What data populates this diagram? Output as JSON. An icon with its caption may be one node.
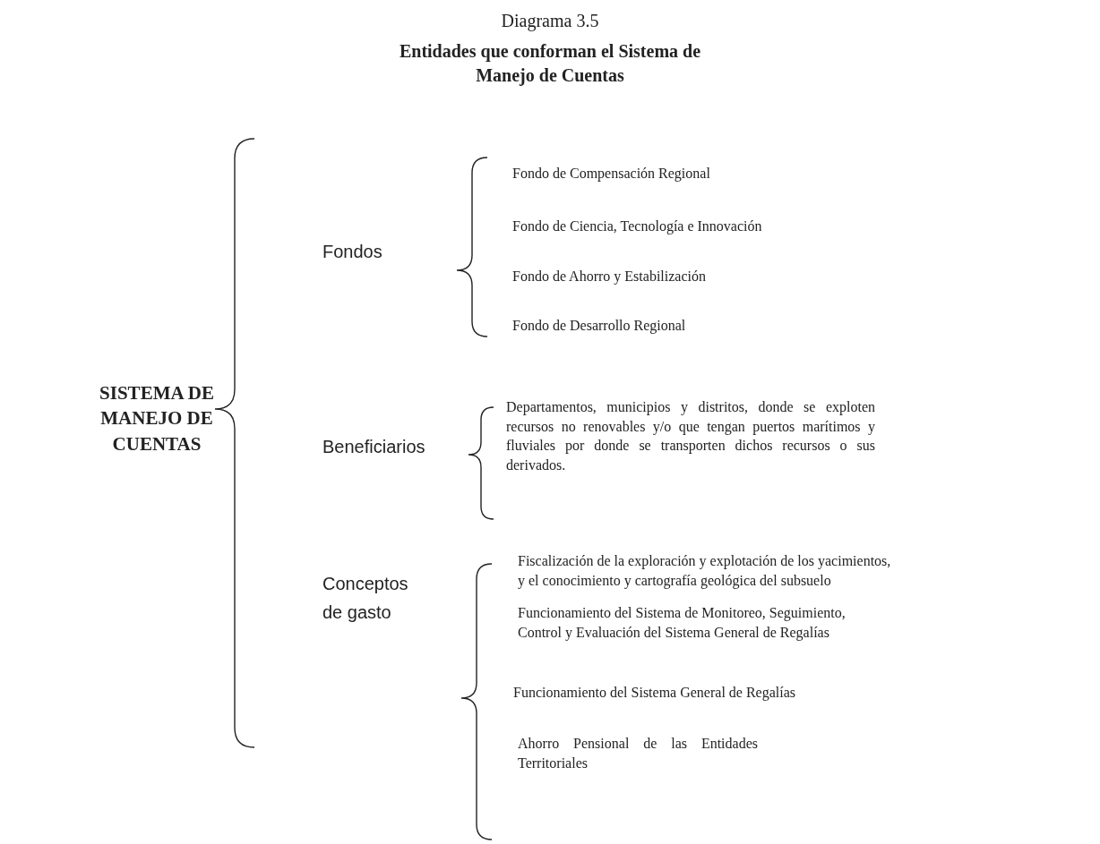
{
  "diagram": {
    "title": "Entidades que conforman el Sistema de Manejo de Cuentas",
    "labels": [
      "Diagrama 3.5",
      "SISTEMA DE MANEJO DE CUENTAS",
      "Fondos",
      "Fondo de Compensación Regional",
      "Fondo de Ciencia, Tecnología e Innovación",
      "Fondo de Ahorro y Estabilización",
      "Fondo de Desarrollo Regional",
      "Beneficiarios",
      "Departamentos, municipios y distritos, donde se exploten recursos no renovables y/o que tengan puertos marítimos y fluviales por donde se transporten dichos recursos o sus derivados.",
      "Conceptos de gasto",
      "Fiscalización de la exploración y explotación de los yacimientos, y el conocimiento y cartografía geológica del subsuelo",
      "Funcionamiento del Sistema de Monitoreo, Seguimiento, Control y Evaluación del Sistema General de Regalías",
      "Funcionamiento del Sistema General de Regalías",
      "Ahorro Pensional de las Entidades Territoriales"
    ]
  }
}
